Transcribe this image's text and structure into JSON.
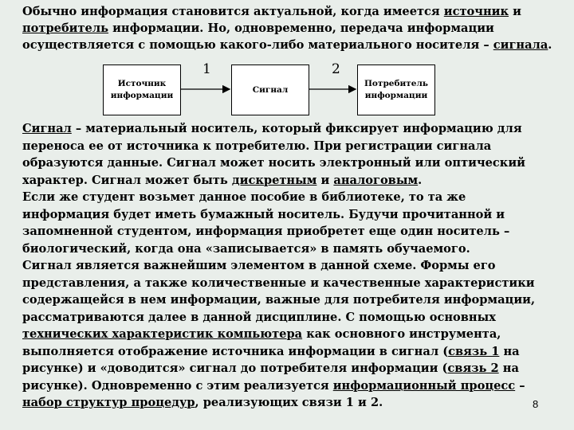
{
  "intro": {
    "p1": "Обычно информация становится актуальной, когда имеется ",
    "source_link": "источник",
    "p2": " и ",
    "consumer_link": "потребитель",
    "p3": " информации. Но, одновременно, передача информации осуществляется с помощью какого-либо материального носителя – ",
    "signal_link": "сигнала",
    "p4": "."
  },
  "diagram": {
    "box1_line1": "Источник",
    "box1_line2": "информации",
    "box2": "Сигнал",
    "box3_line1": "Потребитель",
    "box3_line2": "информации",
    "link1": "1",
    "link2": "2"
  },
  "body": {
    "b1_link": "Сигнал",
    "b1_text": " – материальный носитель, который фиксирует информацию для переноса ее от источника к потребителю. При регистрации сигнала образуются данные. Сигнал может носить электронный или оптический характер. Сигнал может быть ",
    "b1_discrete": "дискретным",
    "b1_and": " и ",
    "b1_analog": "аналоговым",
    "b1_end": ".",
    "b2": "Если же студент возьмет данное пособие в библиотеке, то та же информация будет иметь бумажный носитель. Будучи прочитанной и запомненной студентом, информация приобретет еще один носитель – биологический, когда она «записывается» в память обучаемого.",
    "b3_text1": "Сигнал является важнейшим элементом в данной схеме. Формы его представления,  а также количественные и качественные характеристики содержащейся в нем информации, важные для потребителя информации, рассматриваются далее в данной дисциплине. С помощью основных ",
    "b3_tech_link": "технических характеристик компьютера",
    "b3_text2": " как основного инструмента, выполняется отображение источника информации в сигнал (",
    "b3_link1": "связь 1",
    "b3_text3": " на рисунке) и «доводится» сигнал до потребителя информации (",
    "b3_link2": "связь 2",
    "b3_text4": " на рисунке). Одновременно с этим реализуется ",
    "b3_process_link": "информационный процесс",
    "b3_text5": " – ",
    "b3_set_link": "набор  структур процедур",
    "b3_text6": ", реализующих связи 1 и 2."
  },
  "page_number": "8"
}
